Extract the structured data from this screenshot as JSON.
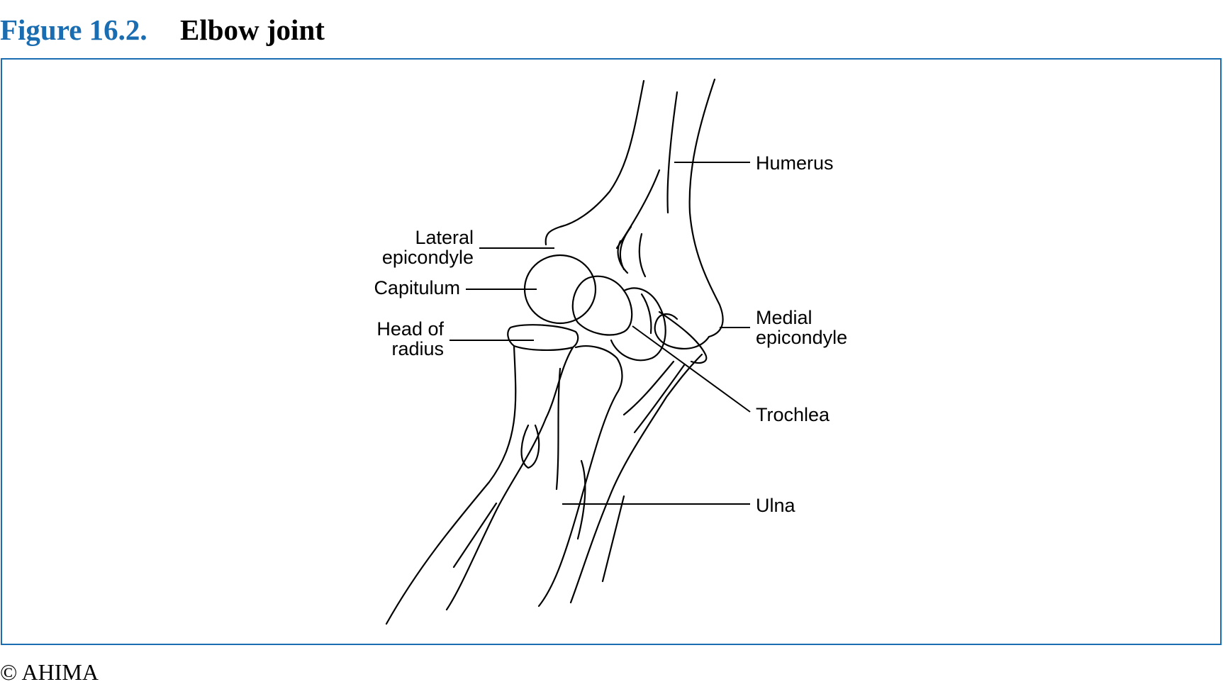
{
  "figure": {
    "number": "Figure 16.2.",
    "title": "Elbow joint",
    "accent_color": "#1a6db0"
  },
  "labels": {
    "humerus": "Humerus",
    "lateral_epicondyle_1": "Lateral",
    "lateral_epicondyle_2": "epicondyle",
    "capitulum": "Capitulum",
    "head_of_radius_1": "Head of",
    "head_of_radius_2": "radius",
    "medial_epicondyle_1": "Medial",
    "medial_epicondyle_2": "epicondyle",
    "trochlea": "Trochlea",
    "ulna": "Ulna"
  },
  "credit": "© AHIMA"
}
